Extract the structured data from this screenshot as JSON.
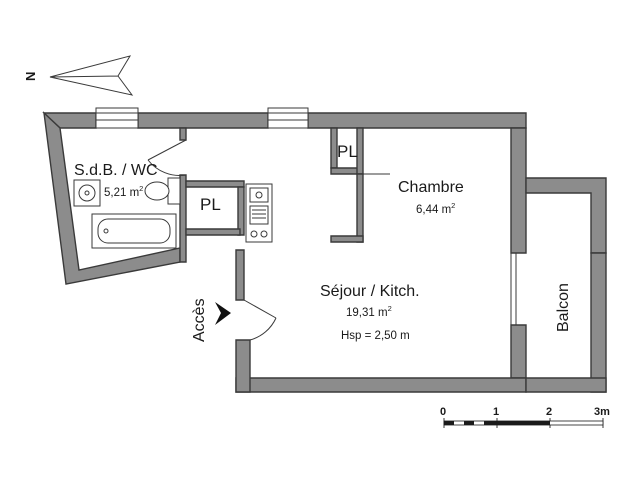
{
  "compass": {
    "label": "N"
  },
  "rooms": {
    "bathroom": {
      "name": "S.d.B. / WC",
      "area": "5,21 m",
      "area_unit_sup": "2"
    },
    "bedroom": {
      "name": "Chambre",
      "area": "6,44 m",
      "area_unit_sup": "2"
    },
    "living": {
      "name": "Séjour / Kitch.",
      "area": "19,31 m",
      "area_unit_sup": "2",
      "ceiling_height": "Hsp = 2,50 m"
    },
    "balcony": {
      "name": "Balcon"
    },
    "closet_bath": {
      "name": "PL"
    },
    "closet_bedroom": {
      "name": "PL"
    }
  },
  "entrance": {
    "label": "Accès"
  },
  "scale_bar": {
    "ticks": [
      "0",
      "1",
      "2",
      "3m"
    ]
  },
  "colors": {
    "wall_fill": "#8c8c8c",
    "wall_stroke": "#3a3a3a",
    "background": "#ffffff"
  },
  "icons": [
    "north-arrow-icon",
    "entrance-arrow-icon"
  ]
}
